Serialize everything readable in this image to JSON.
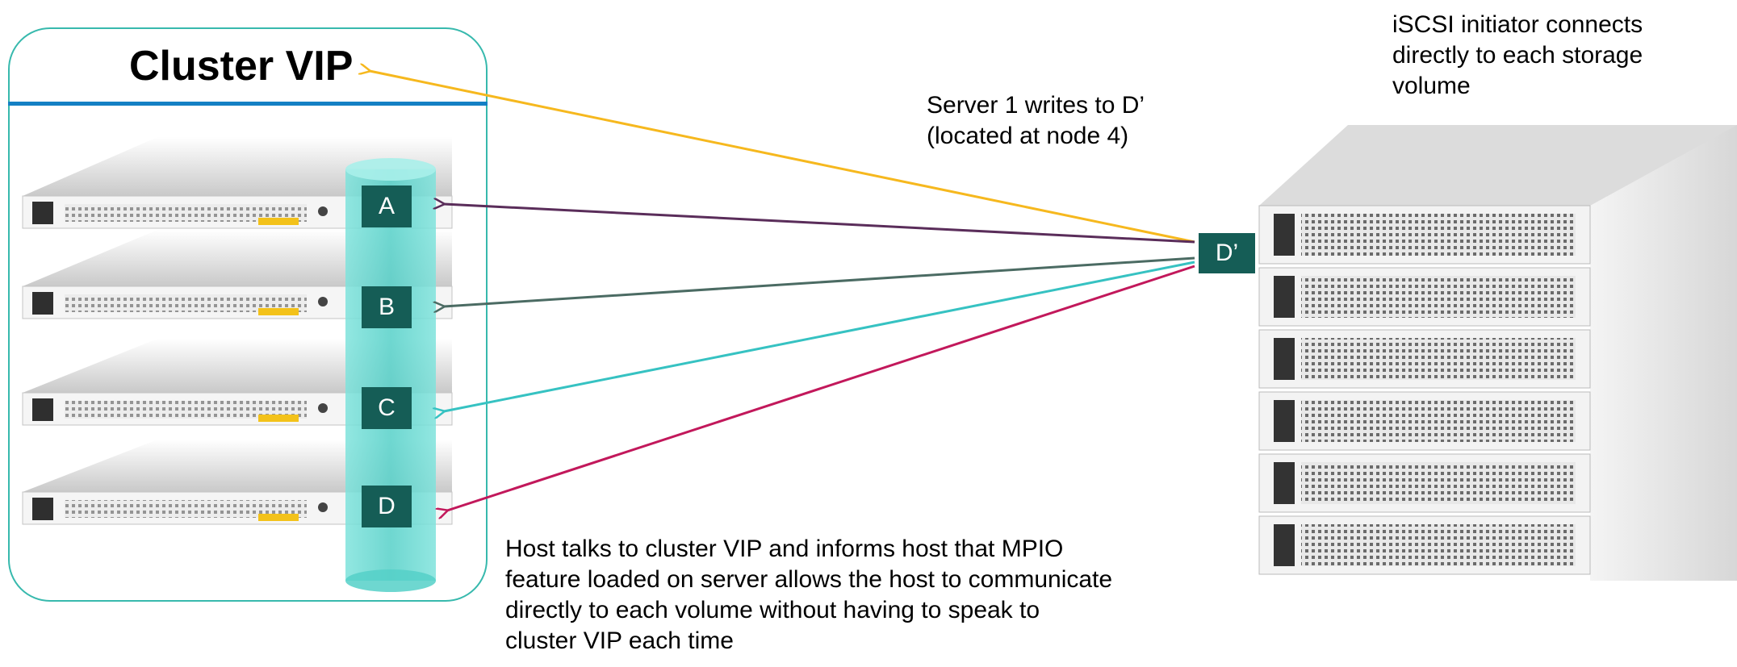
{
  "cluster": {
    "title": "Cluster VIP"
  },
  "volumes": [
    "A",
    "B",
    "C",
    "D"
  ],
  "initiator_volume": "D’",
  "labels": {
    "server_write": [
      "Server 1 writes to D’",
      "(located at node 4)"
    ],
    "iscsi_note": [
      "iSCSI initiator connects",
      "directly to each storage",
      "volume"
    ],
    "host_note": [
      "Host talks to cluster VIP and informs host that MPIO",
      "feature loaded on server allows the host to communicate",
      "directly to each volume without having to speak to",
      "cluster VIP each time"
    ]
  },
  "colors": {
    "cluster_border": "#37b9ad",
    "rule": "#1480c4",
    "volume_box": "#155d56",
    "cylinder": "#5fd6cf",
    "arrow_vip": "#f6b81e",
    "arrow_a": "#5a2d5a",
    "arrow_b": "#4b6b63",
    "arrow_c": "#36c2c2",
    "arrow_d": "#c2185b"
  }
}
